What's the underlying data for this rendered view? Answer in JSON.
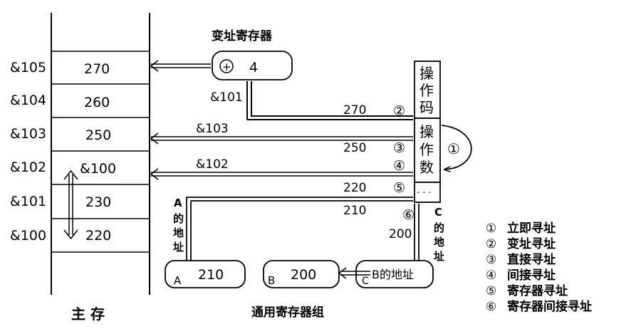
{
  "memory": {
    "title": "主 存",
    "addresses": [
      "&105",
      "&104",
      "&103",
      "&102",
      "&101",
      "&100"
    ],
    "values": [
      "270",
      "260",
      "250",
      "&100",
      "230",
      "220"
    ]
  },
  "index_register": {
    "title": "变址寄存器",
    "symbol": "+",
    "value": "4",
    "addr_label": "&101"
  },
  "instruction": {
    "opcode_chars": [
      "操",
      "作",
      "码"
    ],
    "operand_chars": [
      "操",
      "作",
      "数"
    ],
    "ellipsis": "· · ·"
  },
  "path_labels": {
    "p270": "270",
    "p103": "&103",
    "p250": "250",
    "p102": "&102",
    "p220": "220",
    "p210": "210",
    "p200": "200"
  },
  "markers": [
    "①",
    "②",
    "③",
    "④",
    "⑤",
    "⑥"
  ],
  "registers": {
    "group_title": "通用寄存器组",
    "A": {
      "name": "A",
      "value": "210",
      "vlabel": [
        "A",
        "的",
        "地",
        "址"
      ]
    },
    "B": {
      "name": "B",
      "value": "200"
    },
    "C": {
      "name": "C",
      "value": "B的地址",
      "vlabel": [
        "C",
        "的",
        "地",
        "址"
      ]
    }
  },
  "legend": [
    {
      "num": "①",
      "text": "立即寻址"
    },
    {
      "num": "②",
      "text": "变址寻址"
    },
    {
      "num": "③",
      "text": "直接寻址"
    },
    {
      "num": "④",
      "text": "间接寻址"
    },
    {
      "num": "⑤",
      "text": "寄存器寻址"
    },
    {
      "num": "⑥",
      "text": "寄存器间接寻址"
    }
  ]
}
